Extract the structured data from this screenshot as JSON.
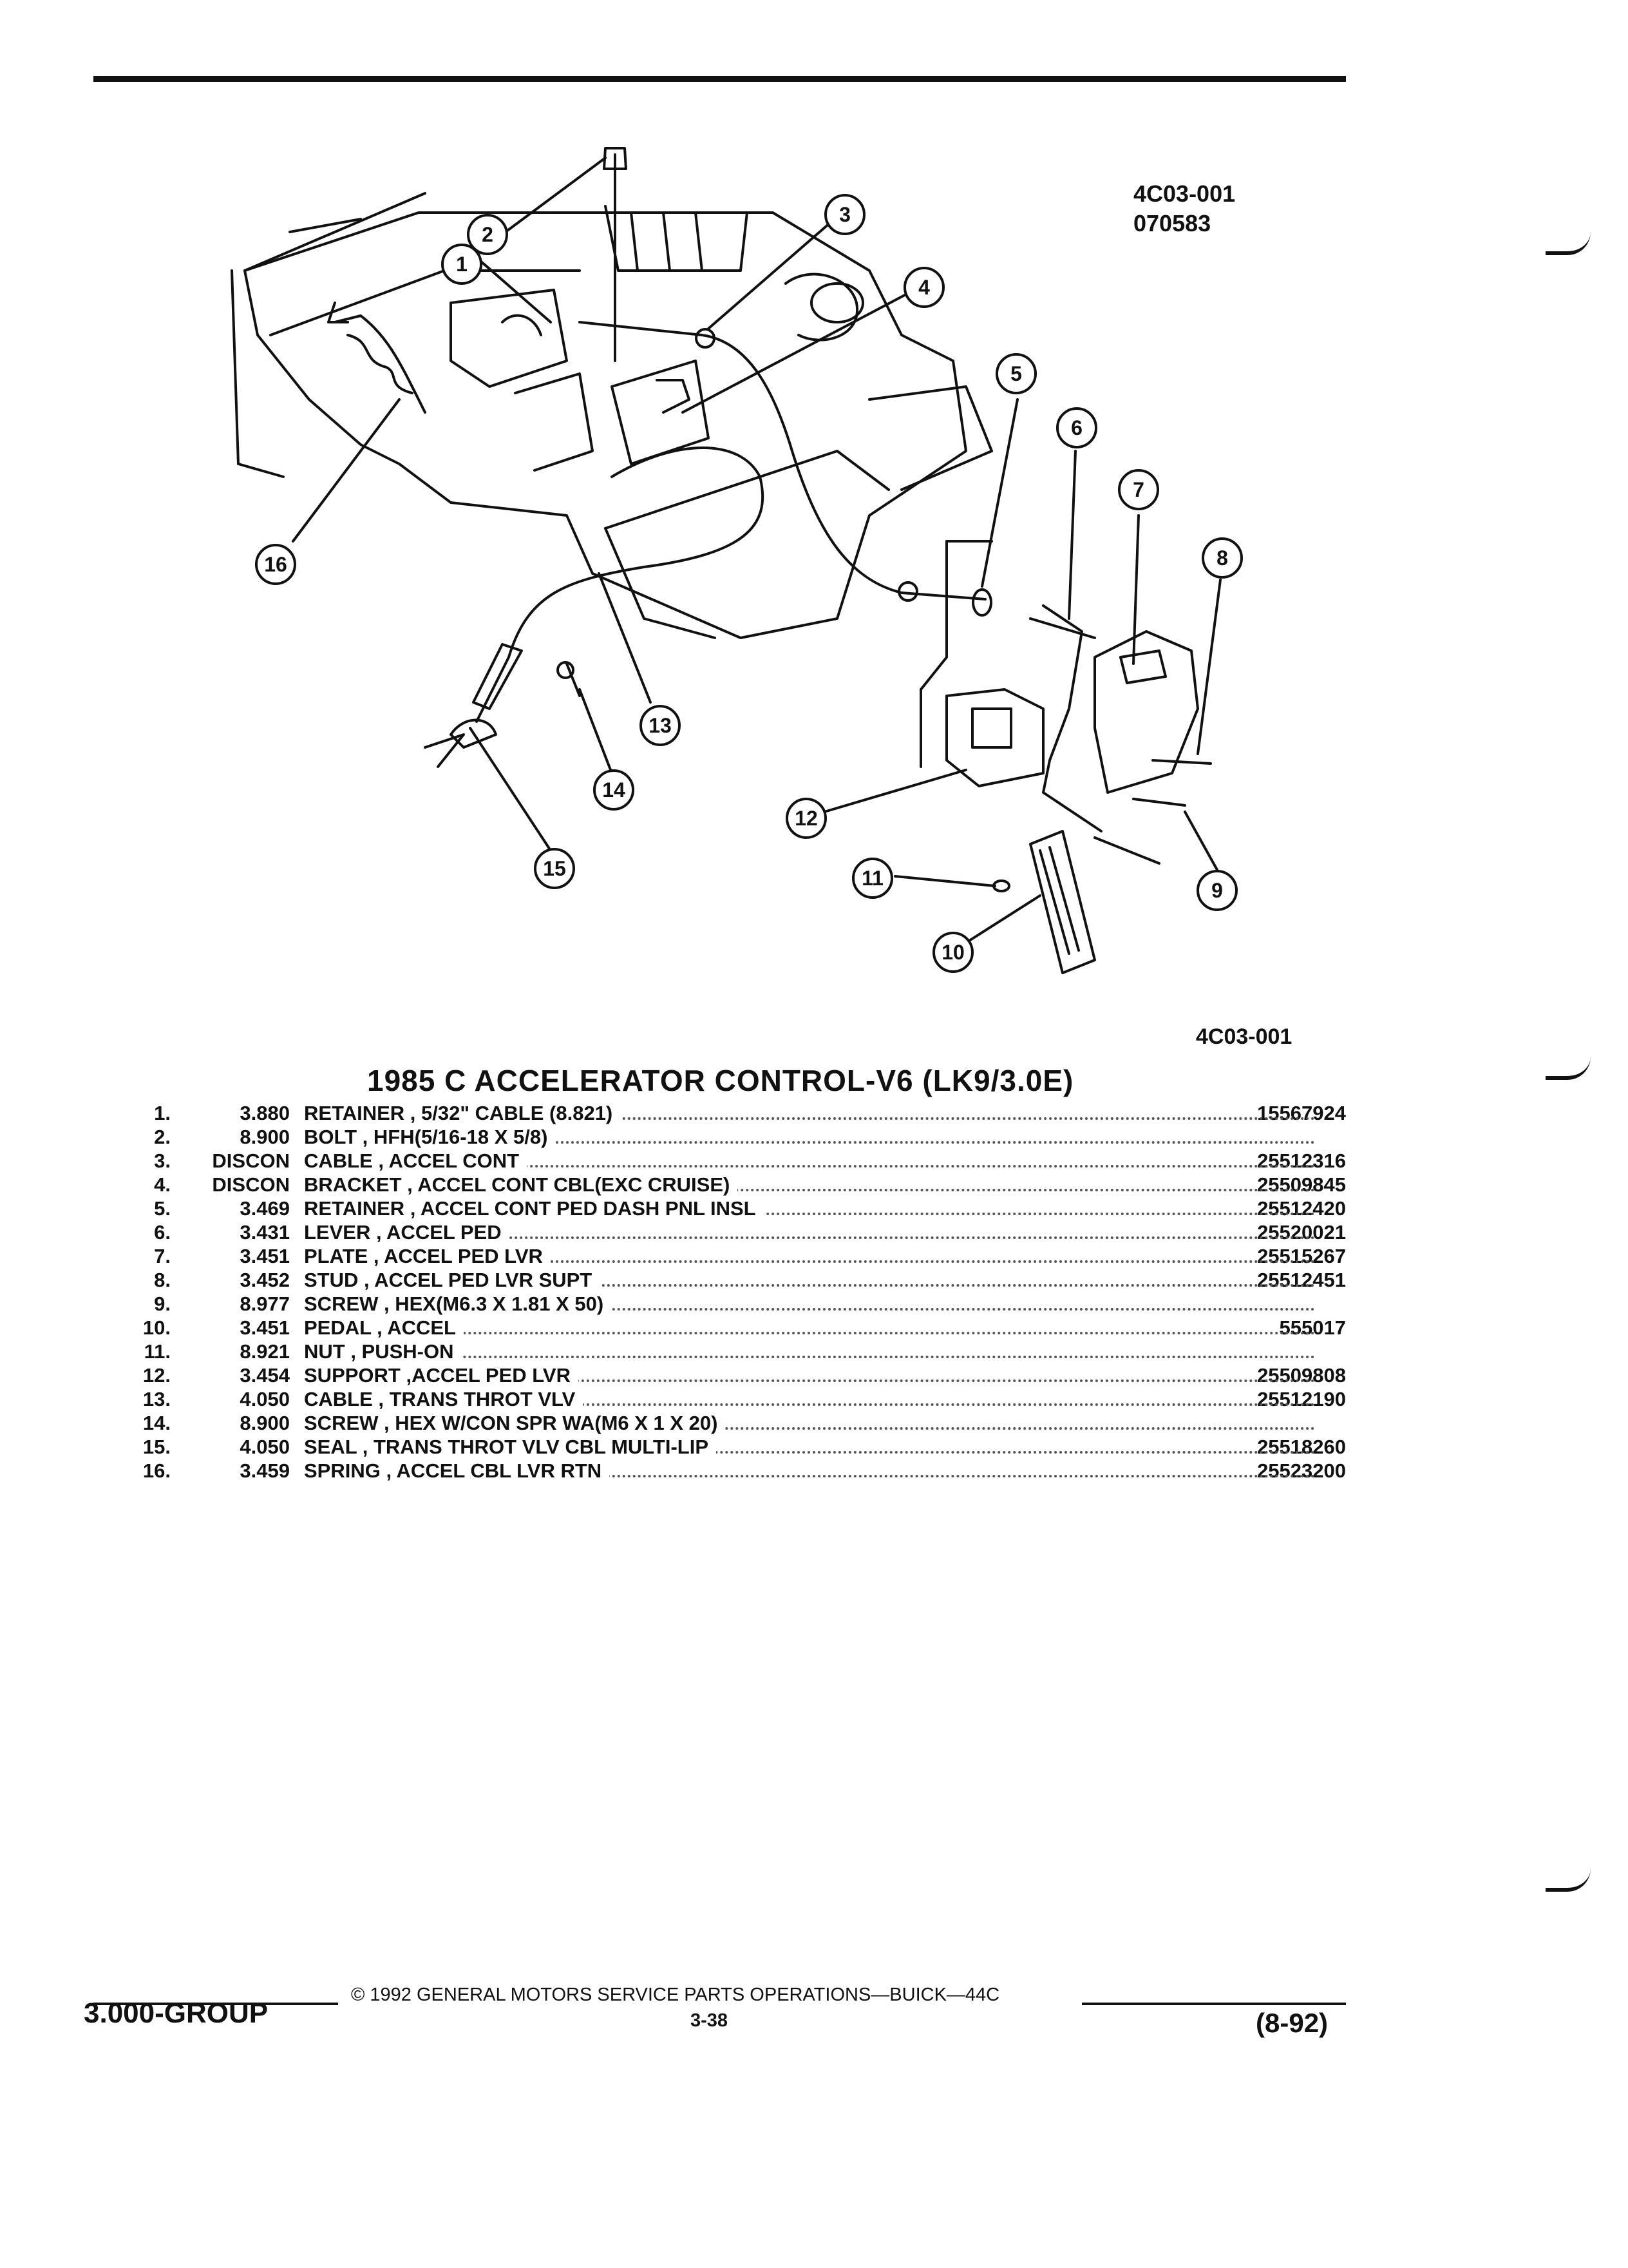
{
  "figure": {
    "code_top": "4C03-001",
    "date_code": "070583",
    "code_bottom": "4C03-001",
    "callouts": [
      "1",
      "2",
      "3",
      "4",
      "5",
      "6",
      "7",
      "8",
      "9",
      "10",
      "11",
      "12",
      "13",
      "14",
      "15",
      "16"
    ]
  },
  "title": "1985 C ACCELERATOR CONTROL-V6 (LK9/3.0E)",
  "parts": [
    {
      "num": "1.",
      "group": "3.880",
      "desc": "RETAINER , 5/32\" CABLE (8.821)",
      "pn": "15567924"
    },
    {
      "num": "2.",
      "group": "8.900",
      "desc": "BOLT , HFH(5/16-18 X 5/8)",
      "pn": ""
    },
    {
      "num": "3.",
      "group": "DISCON",
      "desc": "CABLE , ACCEL CONT",
      "pn": "25512316"
    },
    {
      "num": "4.",
      "group": "DISCON",
      "desc": "BRACKET , ACCEL CONT CBL(EXC CRUISE)",
      "pn": "25509845"
    },
    {
      "num": "5.",
      "group": "3.469",
      "desc": "RETAINER , ACCEL CONT PED DASH PNL INSL",
      "pn": "25512420"
    },
    {
      "num": "6.",
      "group": "3.431",
      "desc": "LEVER , ACCEL PED",
      "pn": "25520021"
    },
    {
      "num": "7.",
      "group": "3.451",
      "desc": "PLATE , ACCEL PED LVR",
      "pn": "25515267"
    },
    {
      "num": "8.",
      "group": "3.452",
      "desc": "STUD , ACCEL PED LVR SUPT",
      "pn": "25512451"
    },
    {
      "num": "9.",
      "group": "8.977",
      "desc": "SCREW , HEX(M6.3 X 1.81 X 50)",
      "pn": ""
    },
    {
      "num": "10.",
      "group": "3.451",
      "desc": "PEDAL , ACCEL",
      "pn": "555017"
    },
    {
      "num": "11.",
      "group": "8.921",
      "desc": "NUT , PUSH-ON",
      "pn": ""
    },
    {
      "num": "12.",
      "group": "3.454",
      "desc": "SUPPORT ,ACCEL PED LVR",
      "pn": "25509808"
    },
    {
      "num": "13.",
      "group": "4.050",
      "desc": "CABLE , TRANS THROT VLV",
      "pn": "25512190"
    },
    {
      "num": "14.",
      "group": "8.900",
      "desc": "SCREW , HEX W/CON SPR WA(M6 X 1 X 20)",
      "pn": ""
    },
    {
      "num": "15.",
      "group": "4.050",
      "desc": "SEAL , TRANS THROT VLV CBL MULTI-LIP",
      "pn": "25518260"
    },
    {
      "num": "16.",
      "group": "3.459",
      "desc": "SPRING , ACCEL CBL LVR RTN",
      "pn": "25523200"
    }
  ],
  "footer": {
    "group": "3.000-GROUP",
    "copyright": "© 1992 GENERAL MOTORS SERVICE PARTS OPERATIONS—BUICK—44C",
    "page": "3-38",
    "date": "(8-92)"
  }
}
